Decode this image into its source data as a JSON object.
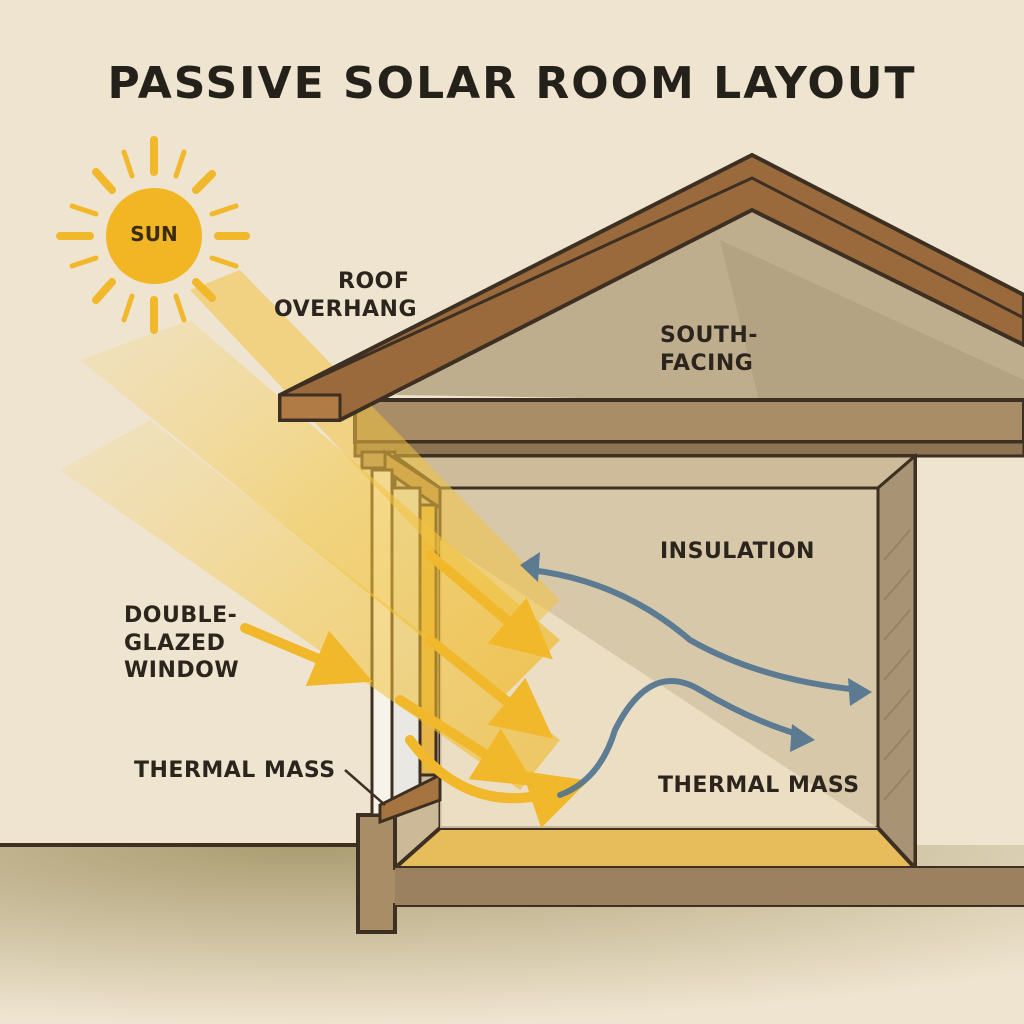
{
  "title": "PASSIVE SOLAR ROOM LAYOUT",
  "labels": {
    "sun": "SUN",
    "roof_overhang": [
      "ROOF",
      "OVERHANG"
    ],
    "south_facing": [
      "SOUTH-",
      "FACING"
    ],
    "insulation": "INSULATION",
    "double_glazed_window": [
      "DOUBLE-",
      "GLAZED",
      "WINDOW"
    ],
    "thermal_mass_left": "THERMAL MASS",
    "thermal_mass_right": "THERMAL MASS"
  },
  "colors": {
    "background": "#efe4cf",
    "sun": "#f2b625",
    "sun_rays": "#f0b82a",
    "sunbeam": "#f3c640",
    "roof": "#9a6a3c",
    "wall": "#a88d66",
    "interior_wall": "#d8c8aa",
    "floor": "#e6bd5a",
    "ground": "#8b7c4c",
    "heat_arrow": "#4f7390",
    "outline": "#3d3022"
  }
}
